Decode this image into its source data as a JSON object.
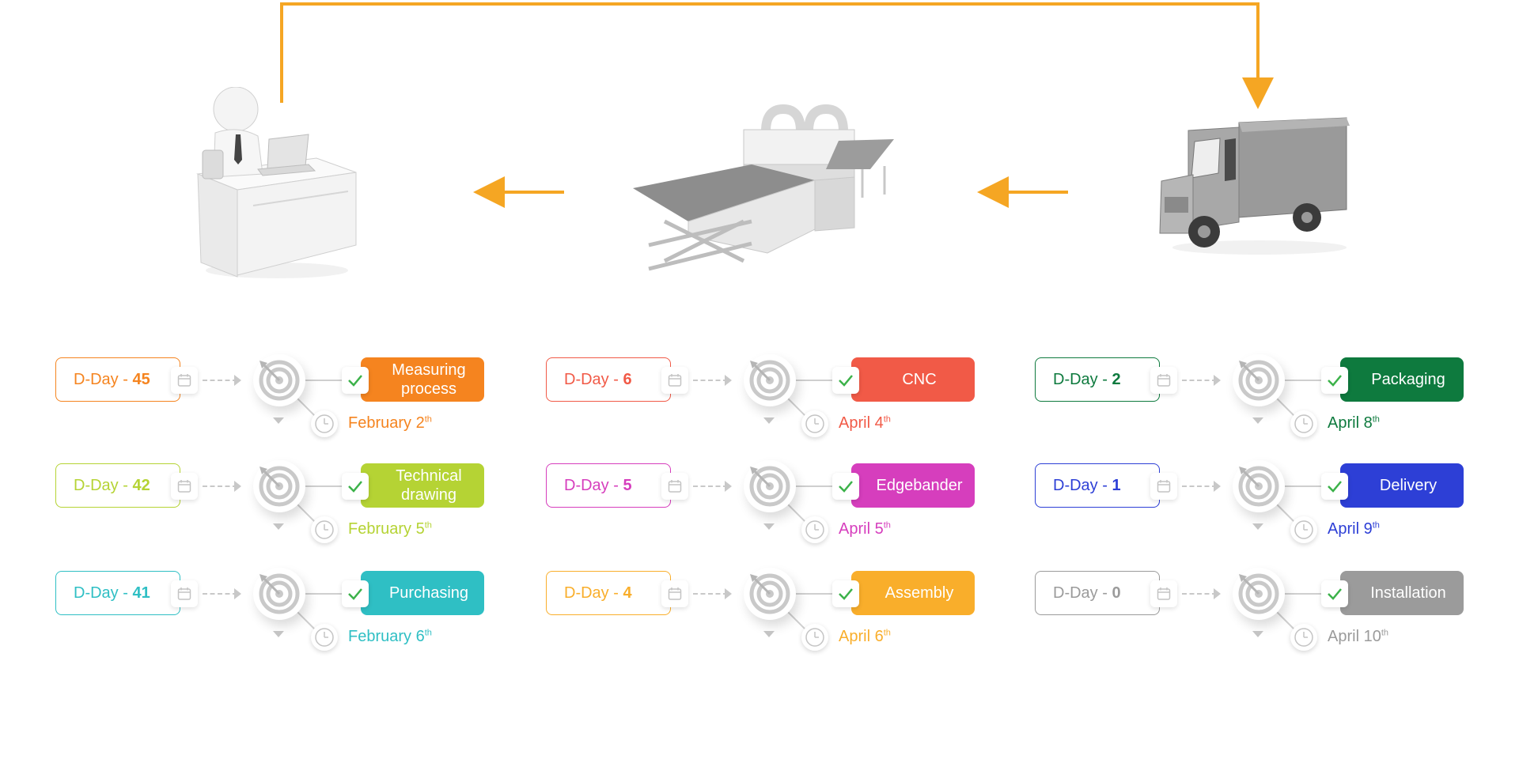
{
  "accent": "#f5a623",
  "stations": [
    {
      "name": "office",
      "icon": "office-desk-icon"
    },
    {
      "name": "machine",
      "icon": "cnc-machine-icon"
    },
    {
      "name": "truck",
      "icon": "delivery-truck-icon"
    }
  ],
  "steps": [
    {
      "dday_label": "D-Day - ",
      "dday_num": "45",
      "task": "Measuring process",
      "date_main": "February 2",
      "date_sup": "th",
      "color": "#f5841f"
    },
    {
      "dday_label": "D-Day - ",
      "dday_num": "42",
      "task": "Technical drawing",
      "date_main": "February 5",
      "date_sup": "th",
      "color": "#b5d334"
    },
    {
      "dday_label": "D-Day - ",
      "dday_num": "41",
      "task": "Purchasing",
      "date_main": "February 6",
      "date_sup": "th",
      "color": "#2fbfc4"
    },
    {
      "dday_label": "D-Day - ",
      "dday_num": "6",
      "task": "CNC",
      "date_main": "April 4",
      "date_sup": "th",
      "color": "#f15a47"
    },
    {
      "dday_label": "D-Day - ",
      "dday_num": "5",
      "task": "Edgebander",
      "date_main": "April 5",
      "date_sup": "th",
      "color": "#d63ebd"
    },
    {
      "dday_label": "D-Day - ",
      "dday_num": "4",
      "task": "Assembly",
      "date_main": "April 6",
      "date_sup": "th",
      "color": "#f9ae2b"
    },
    {
      "dday_label": "D-Day - ",
      "dday_num": "2",
      "task": "Packaging",
      "date_main": "April 8",
      "date_sup": "th",
      "color": "#0e7a3e"
    },
    {
      "dday_label": "D-Day - ",
      "dday_num": "1",
      "task": "Delivery",
      "date_main": "April 9",
      "date_sup": "th",
      "color": "#2d3fd6"
    },
    {
      "dday_label": "D-Day - ",
      "dday_num": "0",
      "task": "Installation",
      "date_main": "April 10",
      "date_sup": "th",
      "color": "#9b9b9b"
    }
  ]
}
